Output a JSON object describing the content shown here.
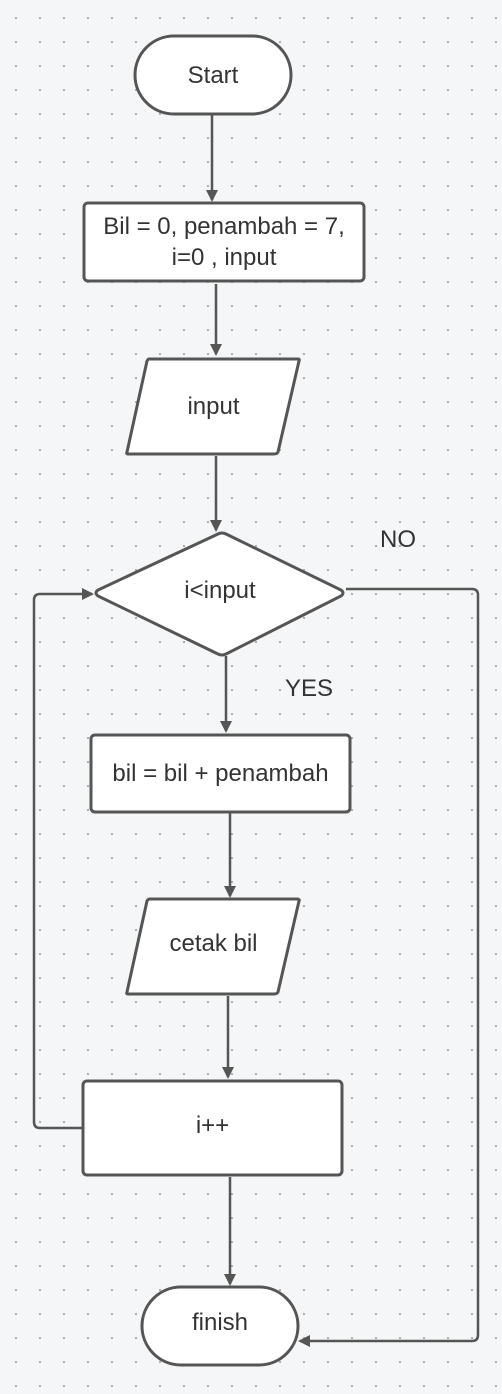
{
  "diagram": {
    "colors": {
      "stroke": "#555555",
      "fill": "#ffffff",
      "text": "#333333",
      "background": "#f5f6f7",
      "grid_dot": "#a8aab0"
    },
    "nodes": {
      "start": {
        "shape": "terminator",
        "text": "Start"
      },
      "init": {
        "shape": "process",
        "text": "Bil = 0, penambah = 7,\ni=0 , input"
      },
      "input": {
        "shape": "data-io",
        "text": "input"
      },
      "condition": {
        "shape": "decision",
        "text": "i<input"
      },
      "add": {
        "shape": "process",
        "text": "bil = bil + penambah"
      },
      "print": {
        "shape": "data-io",
        "text": "cetak bil"
      },
      "increment": {
        "shape": "process",
        "text": "i++"
      },
      "finish": {
        "shape": "terminator",
        "text": "finish"
      }
    },
    "edges": [
      {
        "from": "start",
        "to": "init"
      },
      {
        "from": "init",
        "to": "input"
      },
      {
        "from": "input",
        "to": "condition"
      },
      {
        "from": "condition",
        "to": "add",
        "label": "YES"
      },
      {
        "from": "add",
        "to": "print"
      },
      {
        "from": "print",
        "to": "increment"
      },
      {
        "from": "increment",
        "to": "finish"
      },
      {
        "from": "increment",
        "to": "condition",
        "type": "loop-back"
      },
      {
        "from": "condition",
        "to": "finish",
        "label": "NO"
      }
    ],
    "edge_labels": {
      "yes": "YES",
      "no": "NO"
    }
  }
}
